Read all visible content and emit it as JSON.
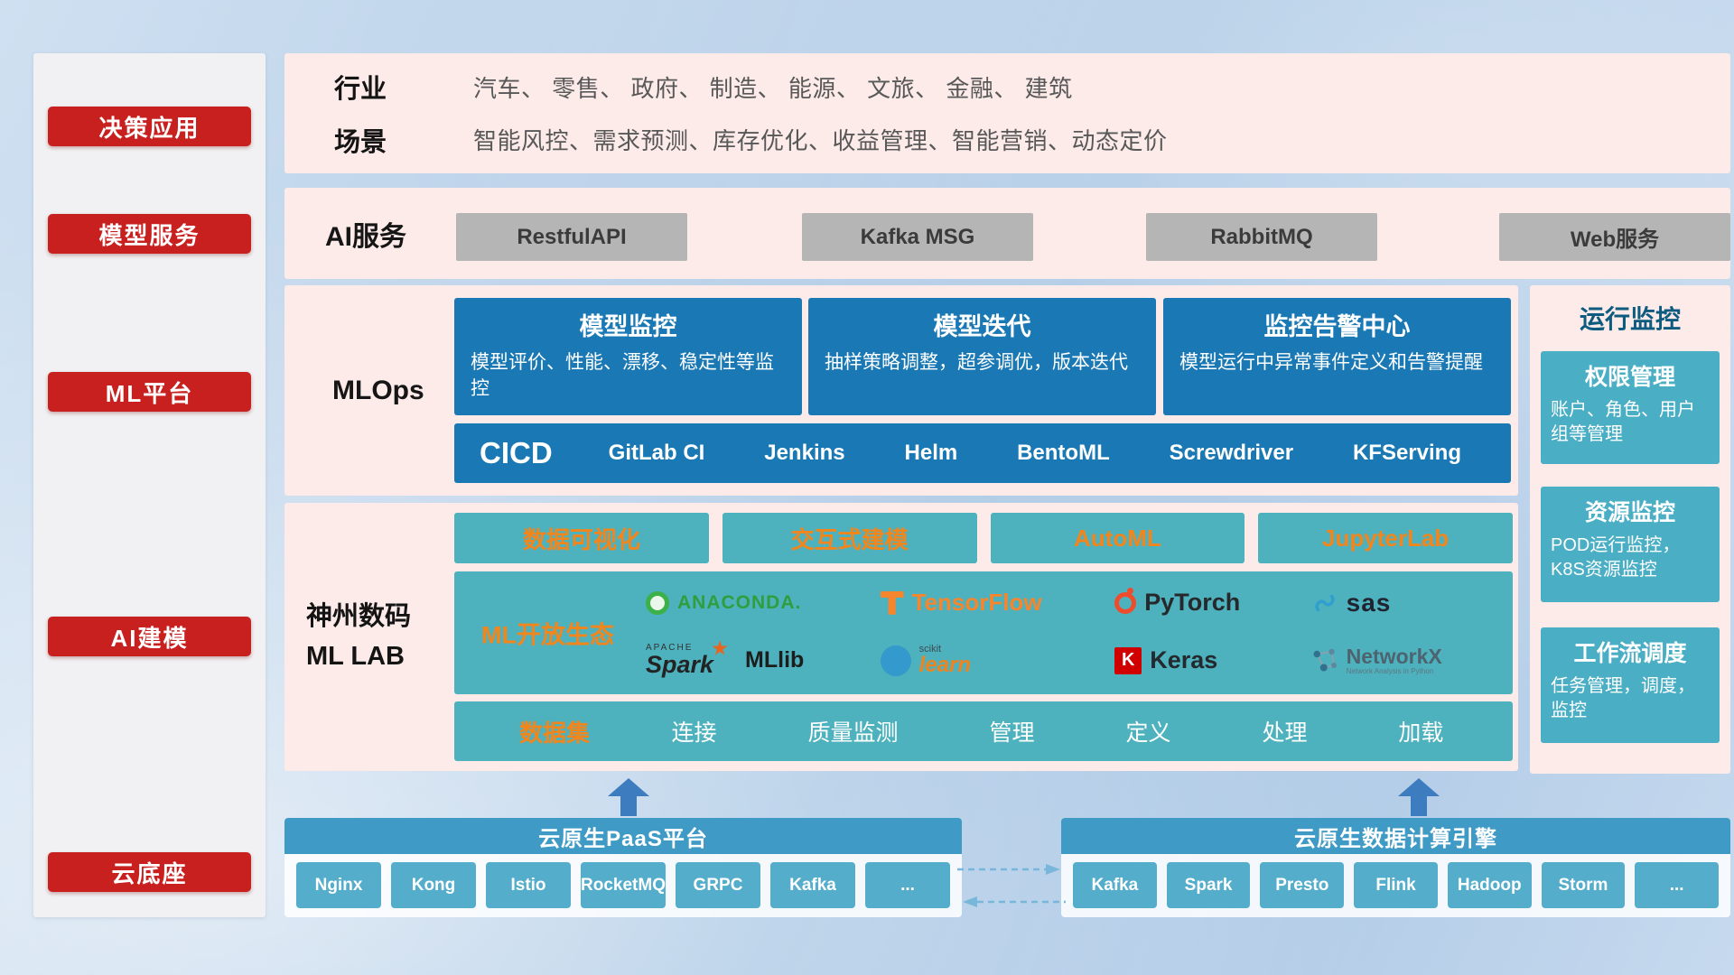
{
  "colors": {
    "accent_red": "#c8201e",
    "band_pink": "#fcebe9",
    "dark_blue": "#1a79b4",
    "teal": "#4db2bd",
    "panel_teal": "#4aaec5",
    "bottom_bar_blue": "#3f9bc5",
    "bottom_chip_blue": "#54adcb",
    "orange": "#f2861c",
    "gray_chip": "#b5b5b5",
    "arrow_blue": "#3e7cc0"
  },
  "sidebar": {
    "items": [
      {
        "label": "决策应用"
      },
      {
        "label": "模型服务"
      },
      {
        "label": "ML平台"
      },
      {
        "label": "AI建模"
      },
      {
        "label": "云底座"
      }
    ]
  },
  "industry_band": {
    "rows": [
      {
        "label": "行业",
        "text": "汽车、 零售、 政府、 制造、 能源、 文旅、 金融、 建筑"
      },
      {
        "label": "场景",
        "text": "智能风控、需求预测、库存优化、收益管理、智能营销、动态定价"
      }
    ]
  },
  "ai_service_band": {
    "label": "AI服务",
    "items": [
      "RestfulAPI",
      "Kafka MSG",
      "RabbitMQ",
      "Web服务"
    ]
  },
  "mlops_band": {
    "label": "MLOps",
    "cards": [
      {
        "title": "模型监控",
        "desc": "模型评价、性能、漂移、稳定性等监控"
      },
      {
        "title": "模型迭代",
        "desc": "抽样策略调整，超参调优，版本迭代"
      },
      {
        "title": "监控告警中心",
        "desc": "模型运行中异常事件定义和告警提醒"
      }
    ],
    "cicd": {
      "label": "CICD",
      "items": [
        "GitLab CI",
        "Jenkins",
        "Helm",
        "BentoML",
        "Screwdriver",
        "KFServing"
      ]
    }
  },
  "mllab_band": {
    "label_line1": "神州数码",
    "label_line2": "ML LAB",
    "tools": [
      "数据可视化",
      "交互式建模",
      "AutoML",
      "JupyterLab"
    ],
    "ecosystem": {
      "label": "ML开放生态",
      "logos": {
        "anaconda": "ANACONDA.",
        "tensorflow": "TensorFlow",
        "pytorch": "PyTorch",
        "sas": "sas",
        "spark_apache": "APACHE",
        "spark": "Spark",
        "mllib": "MLlib",
        "sklearn_top": "scikit",
        "sklearn": "learn",
        "keras_k": "K",
        "keras": "Keras",
        "networkx": "NetworkX",
        "networkx_sub": "Network Analysis in Python"
      }
    },
    "dataset": {
      "label": "数据集",
      "items": [
        "连接",
        "质量监测",
        "管理",
        "定义",
        "处理",
        "加载"
      ]
    }
  },
  "monitor_panel": {
    "title": "运行监控",
    "cards": [
      {
        "title": "权限管理",
        "desc": "账户、角色、用户组等管理"
      },
      {
        "title": "资源监控",
        "desc": "POD运行监控，K8S资源监控"
      },
      {
        "title": "工作流调度",
        "desc": "任务管理，调度，监控"
      }
    ]
  },
  "cloud_base": {
    "paas": {
      "title": "云原生PaaS平台",
      "items": [
        "Nginx",
        "Kong",
        "Istio",
        "RocketMQ",
        "GRPC",
        "Kafka",
        "..."
      ]
    },
    "engine": {
      "title": "云原生数据计算引擎",
      "items": [
        "Kafka",
        "Spark",
        "Presto",
        "Flink",
        "Hadoop",
        "Storm",
        "..."
      ]
    }
  }
}
